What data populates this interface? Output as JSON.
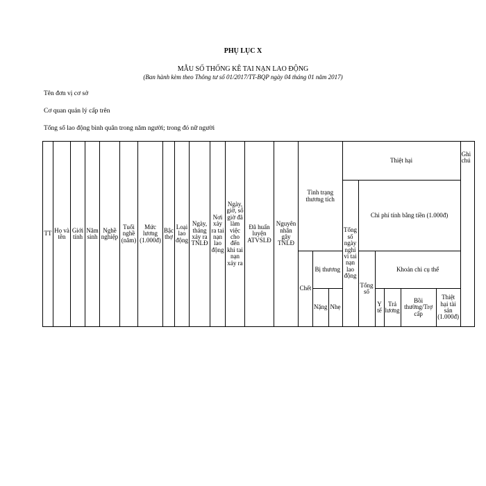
{
  "header": {
    "appendix": "PHỤ LỤC X",
    "title": "MẪU SỐ THỐNG KÊ TAI NẠN LAO ĐỘNG",
    "subtitle": "(Ban hành kèm theo Thông tư số 01/2017/TT-BQP ngày 04 tháng 01 năm 2017)"
  },
  "fields": {
    "unit_name": "Tên đơn vị cơ sở",
    "parent_agency": "Cơ quan quản lý cấp trên",
    "total_workers": "Tổng số lao động bình quân trong năm       người; trong đó nữ     người"
  },
  "table": {
    "tt": "TT",
    "full_name": "Họ và tên",
    "gender": "Giới tính",
    "birth_year": "Năm sinh",
    "occupation": "Nghề nghiệp",
    "job_tenure": "Tuổi nghề (năm)",
    "salary": "Mức lương (1.000đ)",
    "grade": "Bậc thợ",
    "labor_type": "Loại lao động",
    "accident_date": "Ngày, tháng xảy ra TNLĐ",
    "accident_place": "Nơi xảy ra tai nạn lao động",
    "work_hours": "Ngày, giờ, số giờ đã làm việc cho đến khi tai nạn xảy ra",
    "safety_training": "Đã huấn luyện ATVSLĐ",
    "cause": "Nguyên nhân gây TNLĐ",
    "injury_status": "Tình trạng thương tích",
    "damage": "Thiệt hại",
    "notes": "Ghi chú",
    "days_off": "Tổng số ngày nghỉ vì tai nạn lao động",
    "cost_in_money": "Chi phí tính bằng tiền (1.000đ)",
    "dead": "Chết",
    "injured": "Bị thương",
    "severe": "Nặng",
    "light": "Nhẹ",
    "total": "Tổng số",
    "cost_items": "Khoản chi cụ thể",
    "medical": "Y tế",
    "wages": "Trả lương",
    "compensation": "Bồi thường/Trợ cấp",
    "property_damage": "Thiệt hại tài sản (1.000đ)"
  }
}
